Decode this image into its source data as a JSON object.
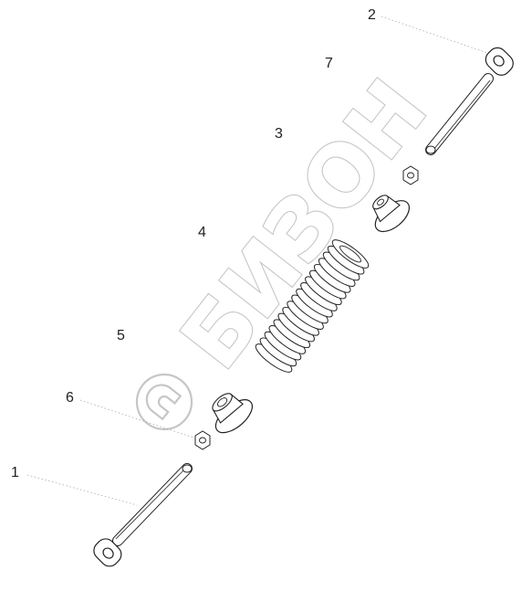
{
  "callouts": [
    {
      "id": "1",
      "label": "1"
    },
    {
      "id": "2",
      "label": "2"
    },
    {
      "id": "3",
      "label": "3"
    },
    {
      "id": "4",
      "label": "4"
    },
    {
      "id": "5",
      "label": "5"
    },
    {
      "id": "6",
      "label": "6"
    },
    {
      "id": "7",
      "label": "7"
    }
  ],
  "watermark": {
    "text": "БИЗОН",
    "logo_icon": "bizon-logo-icon"
  },
  "colors": {
    "line": "#222222",
    "fill": "#ffffff",
    "watermark": "#c6c6c6"
  }
}
